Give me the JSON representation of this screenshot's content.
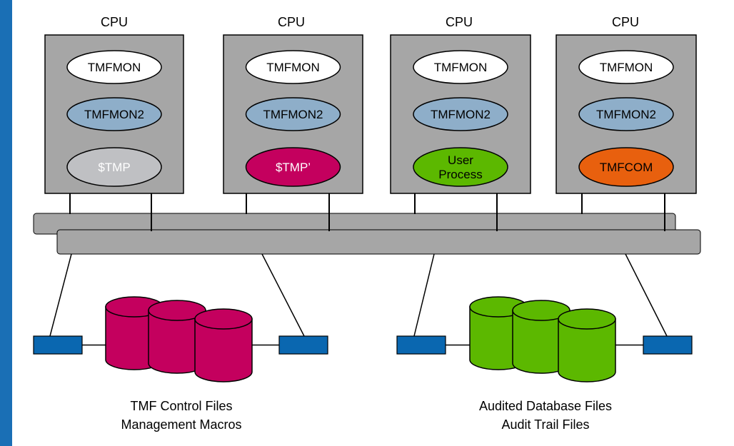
{
  "colors": {
    "frame": "#1a6fb5",
    "cpu_box": "#a6a6a6",
    "bus": "#a6a6a6",
    "ellipse_white": "#ffffff",
    "ellipse_blue": "#8eaec9",
    "ellipse_gray": "#bfc0c3",
    "ellipse_magenta": "#c4005e",
    "ellipse_green": "#5cb800",
    "ellipse_orange": "#e8600e",
    "controller": "#0a67b0",
    "disk_magenta": "#c4005e",
    "disk_green": "#5cb800"
  },
  "cpus": [
    {
      "label": "CPU",
      "processes": [
        {
          "lines": [
            "TMFMON"
          ],
          "fill": "ellipse_white",
          "text_color": "#000000"
        },
        {
          "lines": [
            "TMFMON2"
          ],
          "fill": "ellipse_blue",
          "text_color": "#000000"
        },
        {
          "lines": [
            "$TMP"
          ],
          "fill": "ellipse_gray",
          "text_color": "#ffffff"
        }
      ]
    },
    {
      "label": "CPU",
      "processes": [
        {
          "lines": [
            "TMFMON"
          ],
          "fill": "ellipse_white",
          "text_color": "#000000"
        },
        {
          "lines": [
            "TMFMON2"
          ],
          "fill": "ellipse_blue",
          "text_color": "#000000"
        },
        {
          "lines": [
            "$TMP’"
          ],
          "fill": "ellipse_magenta",
          "text_color": "#ffffff"
        }
      ]
    },
    {
      "label": "CPU",
      "processes": [
        {
          "lines": [
            "TMFMON"
          ],
          "fill": "ellipse_white",
          "text_color": "#000000"
        },
        {
          "lines": [
            "TMFMON2"
          ],
          "fill": "ellipse_blue",
          "text_color": "#000000"
        },
        {
          "lines": [
            "User",
            "Process"
          ],
          "fill": "ellipse_green",
          "text_color": "#000000"
        }
      ]
    },
    {
      "label": "CPU",
      "processes": [
        {
          "lines": [
            "TMFMON"
          ],
          "fill": "ellipse_white",
          "text_color": "#000000"
        },
        {
          "lines": [
            "TMFMON2"
          ],
          "fill": "ellipse_blue",
          "text_color": "#000000"
        },
        {
          "lines": [
            "TMFCOM"
          ],
          "fill": "ellipse_orange",
          "text_color": "#000000"
        }
      ]
    }
  ],
  "storage_groups": [
    {
      "caption_lines": [
        "TMF Control Files",
        "Management Macros"
      ],
      "disk_color": "disk_magenta"
    },
    {
      "caption_lines": [
        "Audited Database Files",
        "Audit Trail Files"
      ],
      "disk_color": "disk_green"
    }
  ]
}
